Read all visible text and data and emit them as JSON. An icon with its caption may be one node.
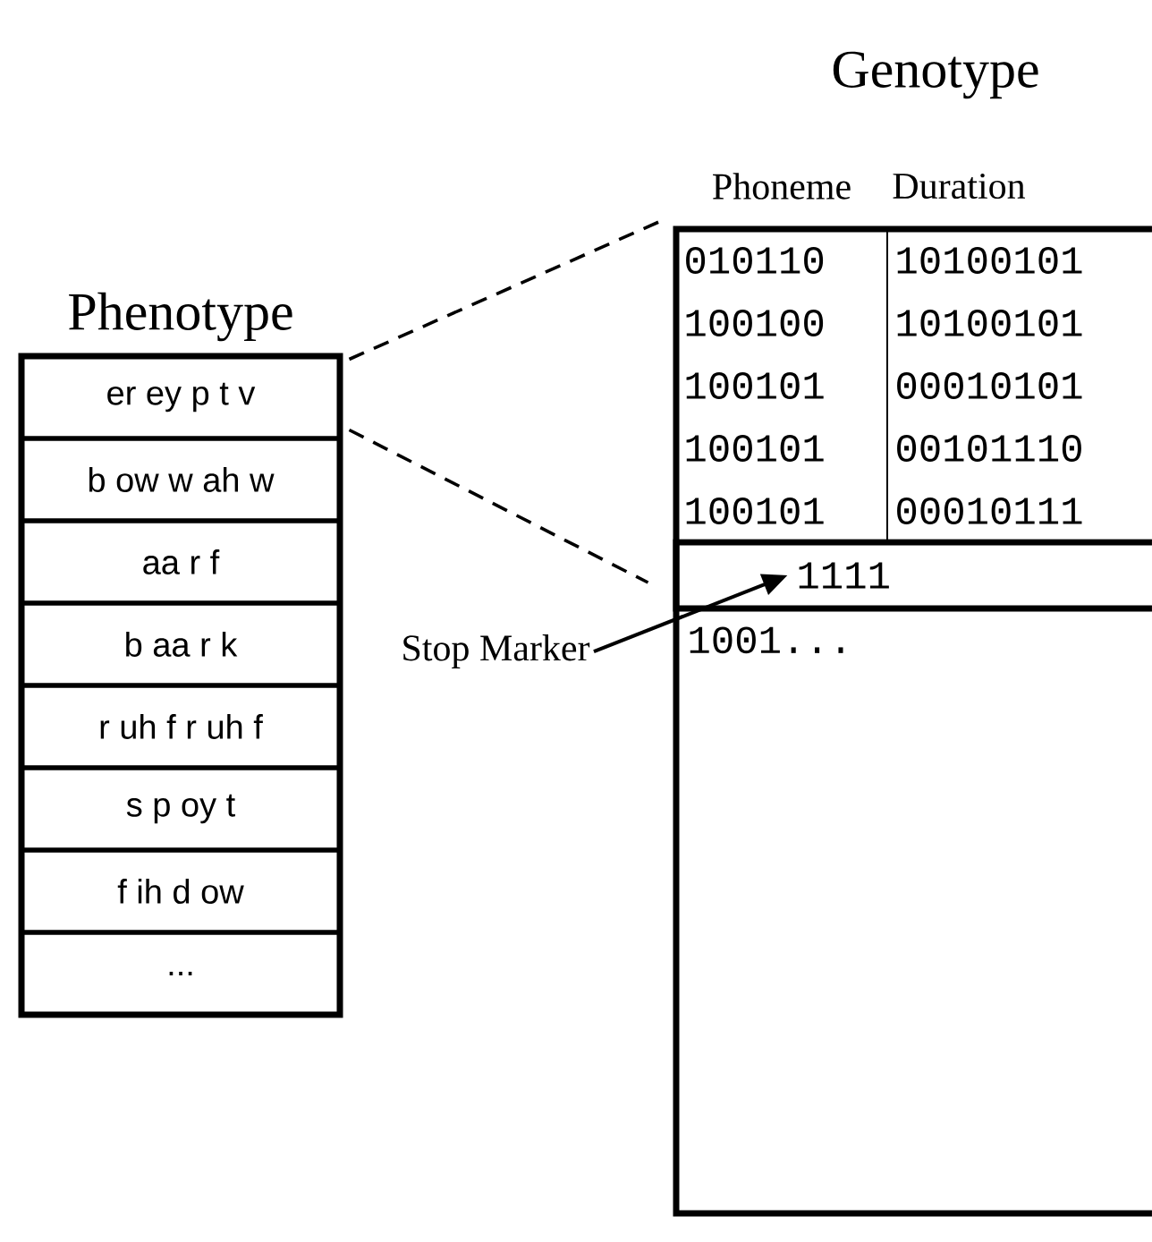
{
  "diagram": {
    "nodes": [
      {
        "text": [
          "Phenotype"
        ]
      },
      {
        "text": [
          "er ey p t v"
        ],
        "in": 0
      },
      {
        "text": [
          "b ow w ah w"
        ],
        "in": 0
      },
      {
        "text": [
          "aa r f"
        ],
        "in": 0
      },
      {
        "text": [
          "b aa r k"
        ],
        "in": 0
      },
      {
        "text": [
          "r uh f r uh f"
        ],
        "in": 0
      },
      {
        "text": [
          "s p oy t"
        ],
        "in": 0
      },
      {
        "text": [
          "f ih d ow"
        ],
        "in": 0
      },
      {
        "text": [
          "..."
        ],
        "in": 0
      },
      {
        "text": [
          "Genotype"
        ]
      },
      {
        "text": [
          "010110",
          "10100101",
          "100100",
          "10100101",
          "100101",
          "00010101",
          "100101",
          "00101110",
          "100101",
          "00010111"
        ],
        "in": 9
      },
      {
        "text": [
          "1111"
        ],
        "in": 9
      },
      {
        "text": [
          "1001..."
        ],
        "in": 9
      },
      {
        "text": [
          "Stop Marker"
        ]
      }
    ],
    "edges": [
      {
        "from": 1,
        "to": 9,
        "arrow": "none",
        "style": "dashed"
      },
      {
        "from": 1,
        "to": 11,
        "arrow": "none",
        "style": "dashed"
      },
      {
        "from": 13,
        "to": 11,
        "arrow": "to"
      }
    ],
    "labels": [
      "Phoneme",
      "Duration"
    ]
  }
}
